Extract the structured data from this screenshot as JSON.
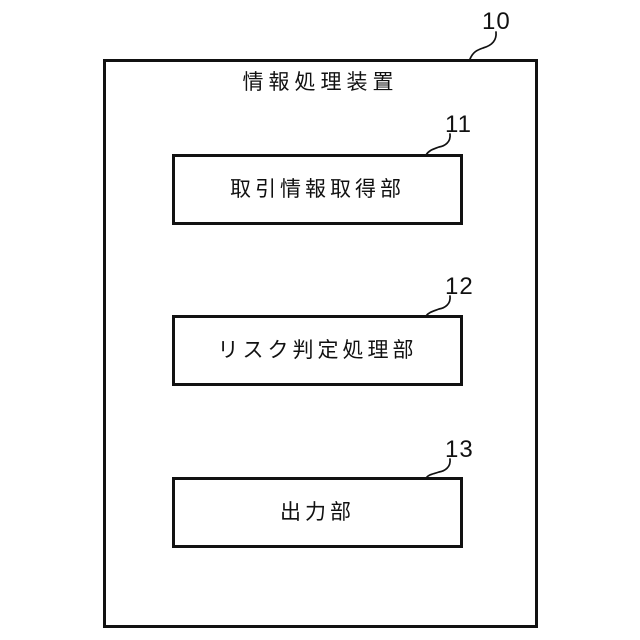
{
  "page": {
    "background_color": "#ffffff",
    "line_color": "#111111"
  },
  "diagram": {
    "title": "情報処理装置",
    "title_ref": "10",
    "blocks": [
      {
        "label": "取引情報取得部",
        "ref": "11"
      },
      {
        "label": "リスク判定処理部",
        "ref": "12"
      },
      {
        "label": "出力部",
        "ref": "13"
      }
    ]
  }
}
